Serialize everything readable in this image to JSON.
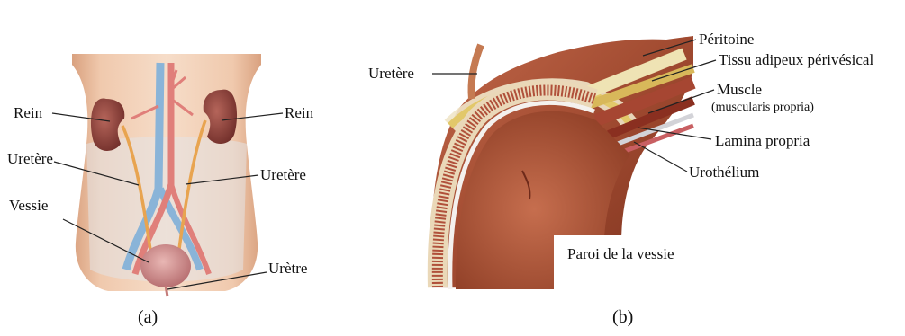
{
  "figure_a": {
    "labels": {
      "rein_left": "Rein",
      "rein_right": "Rein",
      "uretere_left": "Uretère",
      "uretere_right": "Uretère",
      "vessie": "Vessie",
      "uretre": "Urètre"
    },
    "caption": "(a)"
  },
  "figure_b": {
    "labels": {
      "uretere": "Uretère",
      "peritoine": "Péritoine",
      "tissu_adipeux": "Tissu adipeux périvésical",
      "muscle": "Muscle",
      "muscle_detail": "(muscularis propria)",
      "lamina_propria": "Lamina propria",
      "urothelium": "Urothélium",
      "paroi": "Paroi de la vessie"
    },
    "caption": "(b)"
  }
}
